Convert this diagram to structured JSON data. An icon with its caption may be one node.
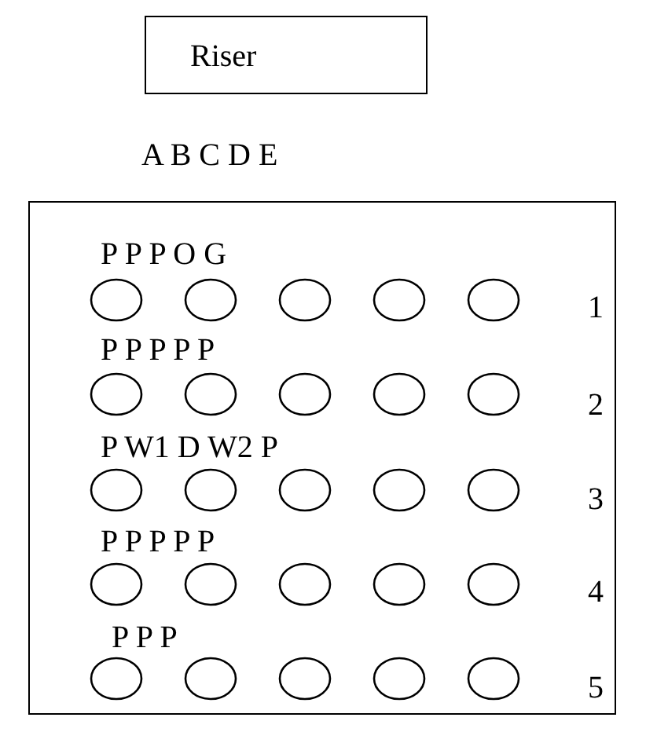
{
  "diagram": {
    "nodes": [
      {
        "text": [
          "Riser"
        ]
      },
      {
        "text": [
          "P P P O G",
          "P P P P P",
          "P W1 D W2 P",
          "P P P P P",
          "P P P"
        ]
      }
    ],
    "labels": [
      "A B C D E",
      "1",
      "2",
      "3",
      "4",
      "5"
    ]
  }
}
